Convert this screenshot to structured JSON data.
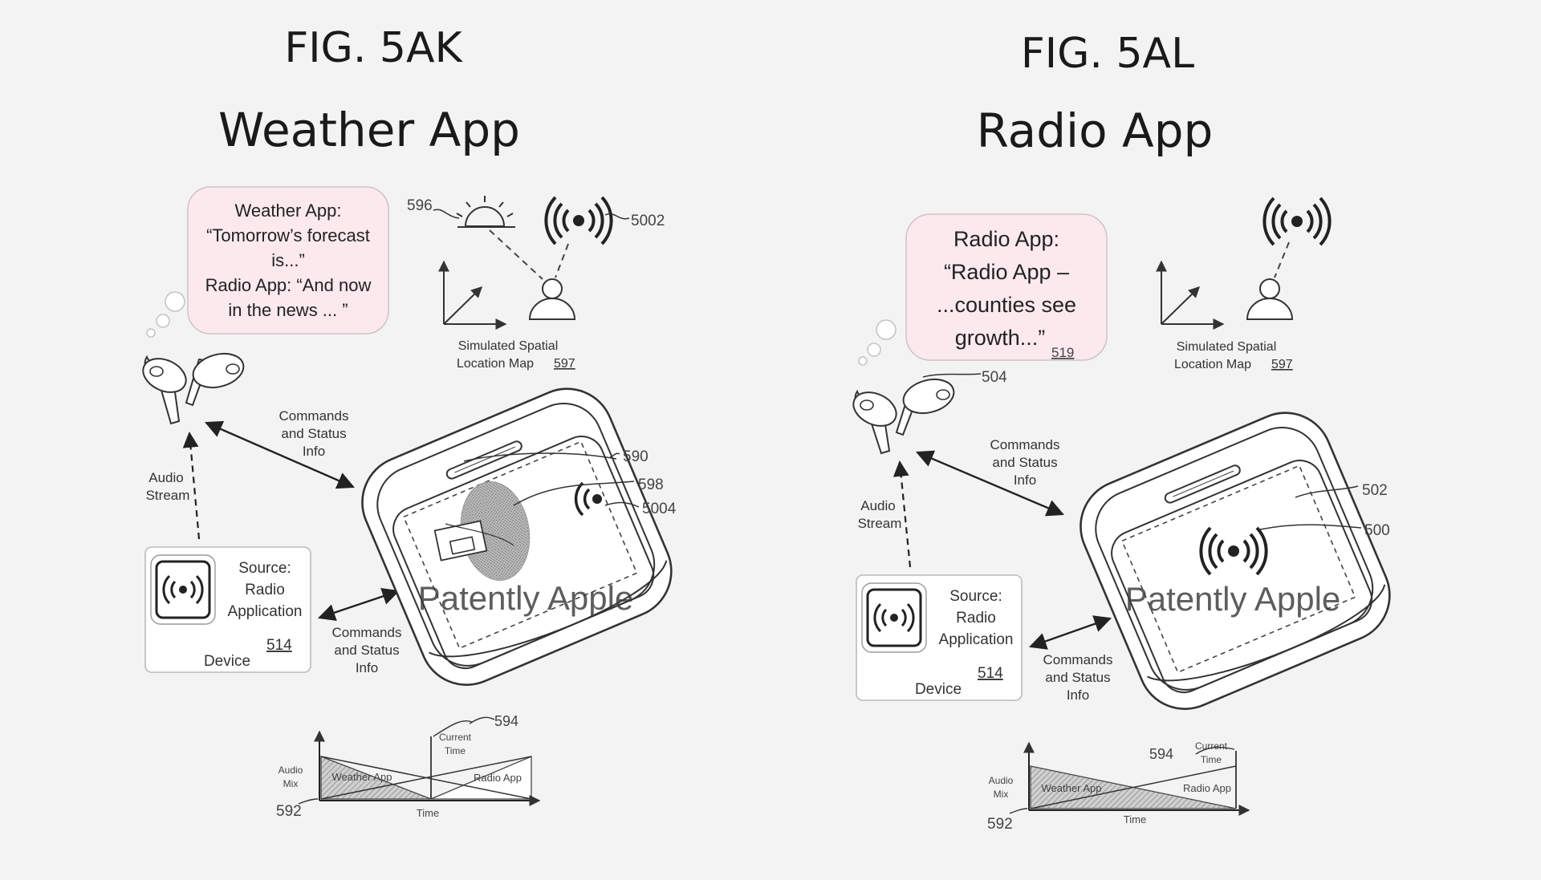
{
  "left": {
    "fig": "FIG. 5AK",
    "app": "Weather App",
    "bubble": [
      "Weather App:",
      "“Tomorrow’s forecast",
      "is...”",
      "Radio App: “And now",
      "in the news ... ”"
    ],
    "refs": {
      "sun": "596",
      "signal": "5002",
      "device": "590",
      "spot": "598",
      "icon": "5004",
      "src": "514",
      "time": "594",
      "mix": "592"
    },
    "map_label": [
      "Simulated Spatial",
      "Location Map"
    ],
    "map_ref": "597",
    "commands_top": [
      "Commands",
      "and Status",
      "Info"
    ],
    "commands_bottom": [
      "Commands",
      "and Status",
      "Info"
    ],
    "audio_stream": [
      "Audio",
      "Stream"
    ],
    "source": [
      "Source:",
      "Radio",
      "Application"
    ],
    "device_label": "Device",
    "graph": {
      "ylabel": [
        "Audio",
        "Mix"
      ],
      "xlabel": "Time",
      "current": [
        "Current",
        "Time"
      ],
      "fade_out": "Weather App",
      "fade_in": "Radio App"
    },
    "watermark": "Patently Apple"
  },
  "right": {
    "fig": "FIG. 5AL",
    "app": "Radio App",
    "bubble": [
      "Radio App:",
      "“Radio App –",
      "...counties see",
      "growth...”"
    ],
    "bubble_ref": "519",
    "refs": {
      "buds": "504",
      "device": "502",
      "icon": "500",
      "src": "514",
      "time": "594",
      "mix": "592"
    },
    "map_label": [
      "Simulated Spatial",
      "Location Map"
    ],
    "map_ref": "597",
    "commands_top": [
      "Commands",
      "and Status",
      "Info"
    ],
    "commands_bottom": [
      "Commands",
      "and Status",
      "Info"
    ],
    "audio_stream": [
      "Audio",
      "Stream"
    ],
    "source": [
      "Source:",
      "Radio",
      "Application"
    ],
    "device_label": "Device",
    "graph": {
      "ylabel": [
        "Audio",
        "Mix"
      ],
      "xlabel": "Time",
      "current": [
        "Current",
        "Time"
      ],
      "fade_out": "Weather App",
      "fade_in": "Radio App"
    },
    "watermark": "Patently Apple"
  }
}
